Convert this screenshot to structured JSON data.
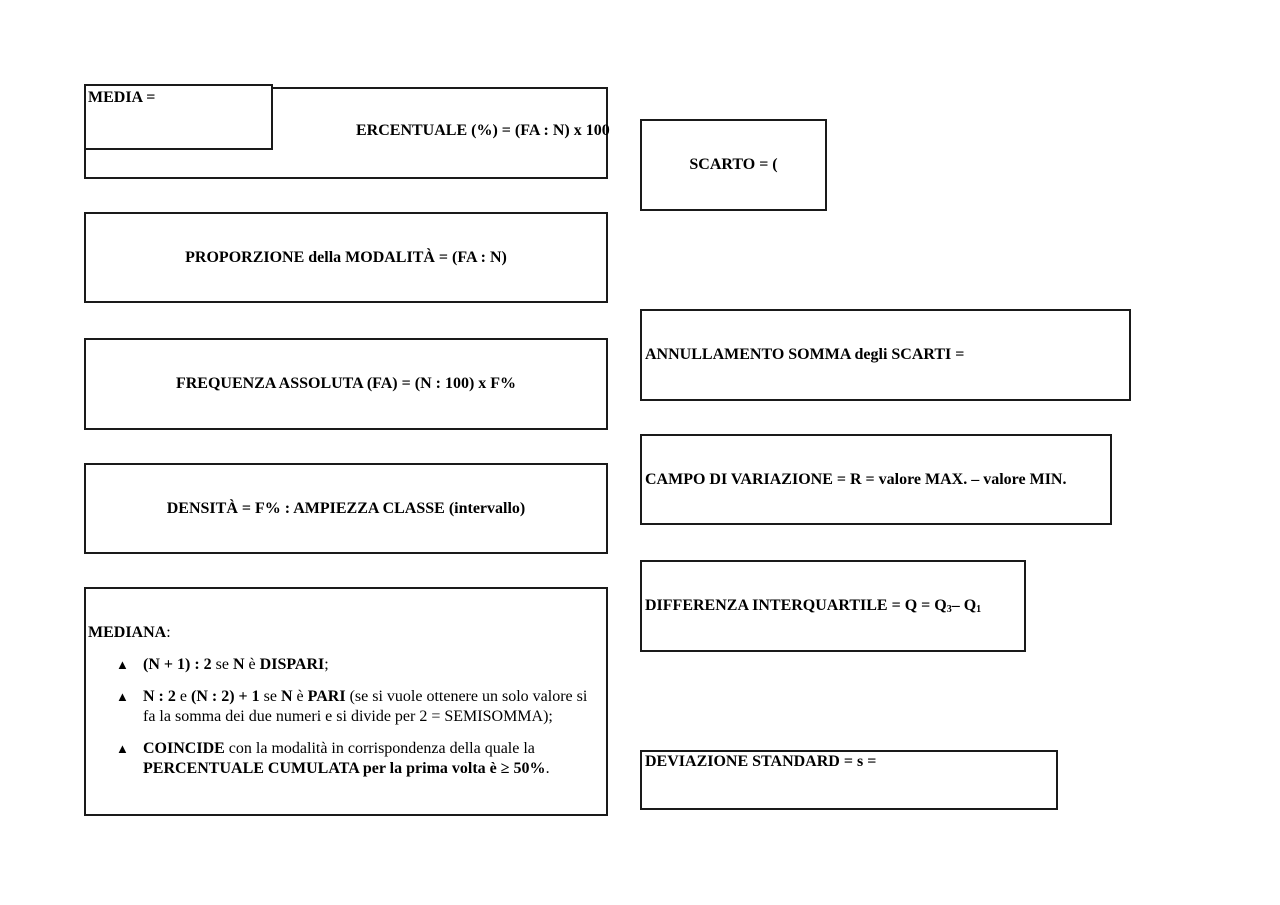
{
  "left": {
    "percentuale": "ERCENTUALE (%) = (FA : N) x 100",
    "media": "MEDIA =",
    "proporzione": "PROPORZIONE della MODALITÀ = (FA : N)",
    "frequenza": "FREQUENZA ASSOLUTA (FA) = (N : 100) x F%",
    "densita": "DENSITÀ = F% : AMPIEZZA CLASSE (intervallo)",
    "mediana": {
      "title": "MEDIANA",
      "colon": ":",
      "bullet": "▲",
      "items": [
        {
          "p1": "(N + 1) : 2",
          "p2": " se ",
          "p3": "N",
          "p4": " è ",
          "p5": "DISPARI",
          "p6": ";"
        },
        {
          "p1": "N : 2",
          "p2": " e ",
          "p3": "(N : 2) + 1",
          "p4": " se ",
          "p5": "N",
          "p6": " è ",
          "p7": "PARI",
          "p8": " (se si vuole ottenere un solo valore si fa la somma dei due numeri e si divide per 2 = SEMISOMMA);"
        },
        {
          "p1": "COINCIDE",
          "p2": " con la modalità in corrispondenza della quale la ",
          "p3": "PERCENTUALE CUMULATA per la prima volta è ≥ 50%",
          "p4": "."
        }
      ]
    }
  },
  "right": {
    "scarto": "SCARTO = (",
    "annullamento": "ANNULLAMENTO SOMMA degli SCARTI =",
    "campo": "CAMPO DI VARIAZIONE = R = valore MAX. – valore MIN.",
    "differenza": {
      "text": "DIFFERENZA INTERQUARTILE = Q = Q",
      "sub1": "3",
      "mid": "– Q",
      "sub2": "1"
    },
    "deviazione": "DEVIAZIONE STANDARD = s ="
  }
}
